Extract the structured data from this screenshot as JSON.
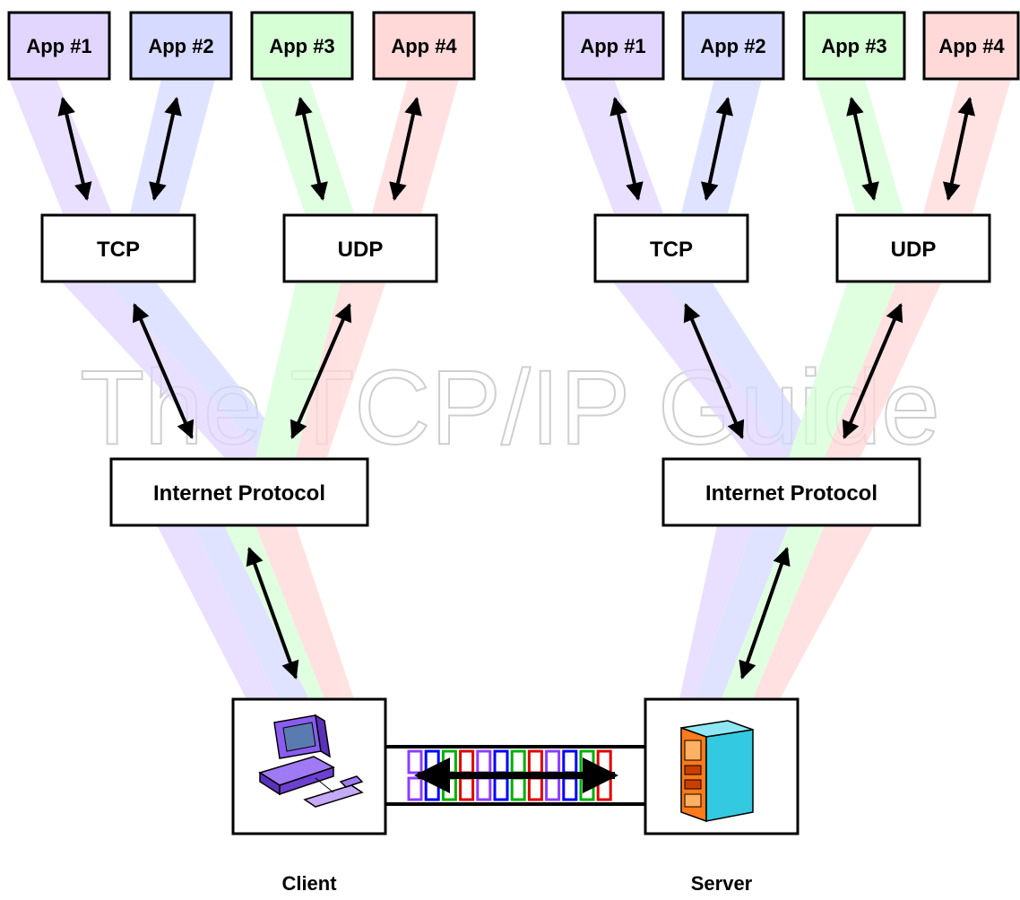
{
  "watermark": "The TCP/IP Guide",
  "apps": [
    "App #1",
    "App #2",
    "App #3",
    "App #4"
  ],
  "transport": {
    "tcp": "TCP",
    "udp": "UDP"
  },
  "network": "Internet Protocol",
  "hosts": {
    "client": "Client",
    "server": "Server"
  },
  "colors": {
    "app1": "#e2d6ff",
    "app2": "#d6daff",
    "app3": "#d6ffd6",
    "app4": "#ffd8d8",
    "packet_border_cycle": [
      "#8e3cff",
      "#0000ff",
      "#00b000",
      "#e00000"
    ],
    "computer": "#8a5cf0",
    "server_cyan": "#33c9e0",
    "server_orange": "#ff7a1a"
  }
}
